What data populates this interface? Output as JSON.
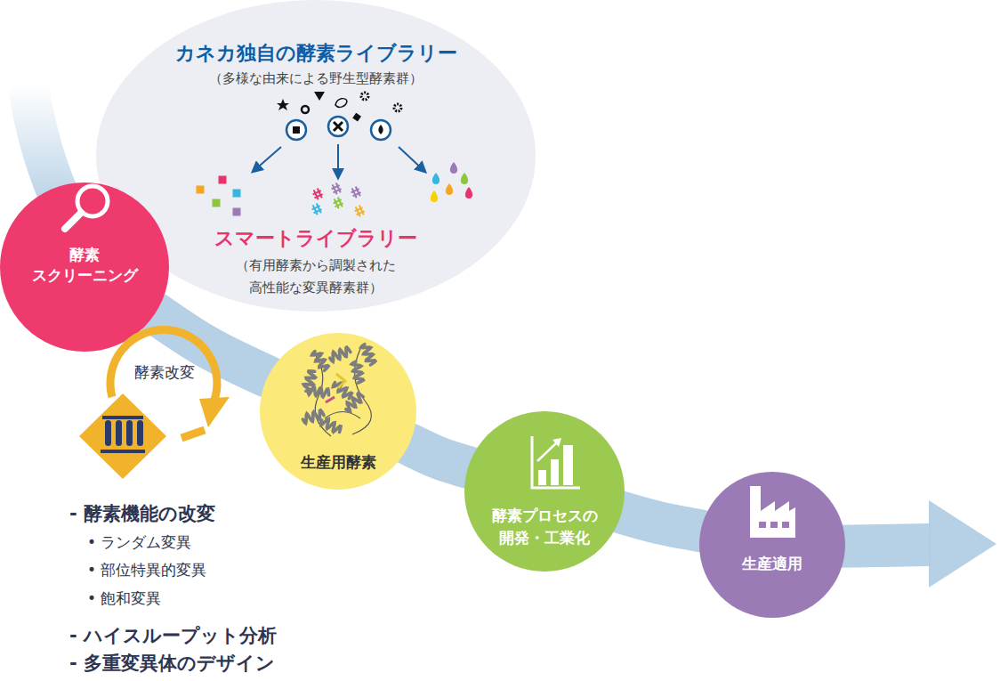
{
  "diagram": {
    "nodes": [
      {
        "text": [
          "カネカ独自の酵素ライブラリー",
          "（多様な由来による野生型酵素群）",
          "スマートライブラリー",
          "（有用酵素から調製された 高性能な変異酵素群）"
        ]
      },
      {
        "text": [
          "酵素 スクリーニング"
        ]
      },
      {
        "text": [
          "生産用酵素"
        ]
      },
      {
        "text": [
          "酵素プロセスの 開発・工業化"
        ]
      },
      {
        "text": [
          "生産適用"
        ]
      }
    ],
    "edges": [
      {
        "from": 1,
        "to": 2,
        "arrow": "none"
      },
      {
        "from": 2,
        "to": 3,
        "arrow": "none"
      },
      {
        "from": 3,
        "to": 4,
        "arrow": "none"
      }
    ],
    "labels": [
      "酵素改変",
      "- 酵素機能の改変",
      "• ランダム変異",
      "• 部位特異的変異",
      "• 飽和変異",
      "- ハイスループット分析",
      "- 多重変異体のデザイン"
    ]
  }
}
